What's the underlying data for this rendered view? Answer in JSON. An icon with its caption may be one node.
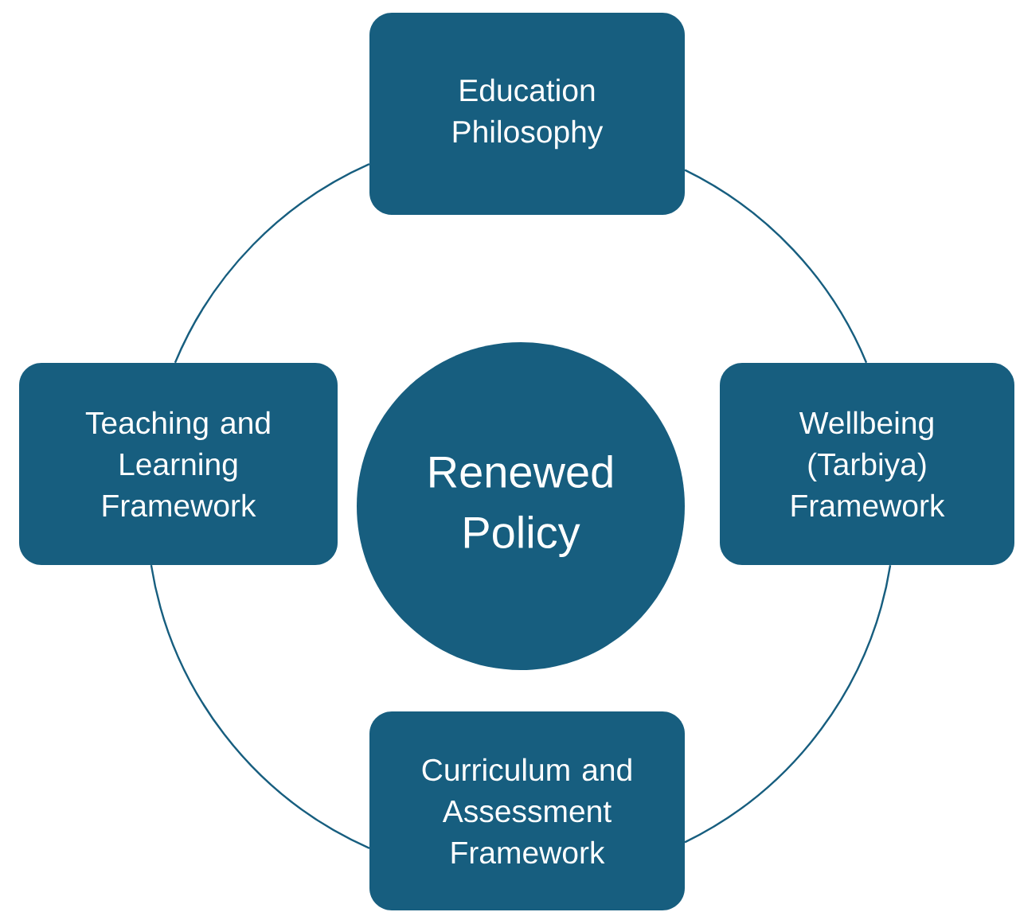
{
  "diagram": {
    "nodes": [
      {
        "text": [
          "Education Philosophy"
        ]
      },
      {
        "text": [
          "Teaching and Learning Framework"
        ]
      },
      {
        "text": [
          "Renewed Policy"
        ]
      },
      {
        "text": [
          "Wellbeing (Tarbiya) Framework"
        ]
      },
      {
        "text": [
          "Curriculum and Assessment Framework"
        ]
      }
    ],
    "edges": [
      {
        "from": 0,
        "to": 3,
        "arrow": "none"
      },
      {
        "from": 3,
        "to": 4,
        "arrow": "none"
      },
      {
        "from": 4,
        "to": 1,
        "arrow": "none"
      },
      {
        "from": 1,
        "to": 0,
        "arrow": "none"
      }
    ]
  }
}
